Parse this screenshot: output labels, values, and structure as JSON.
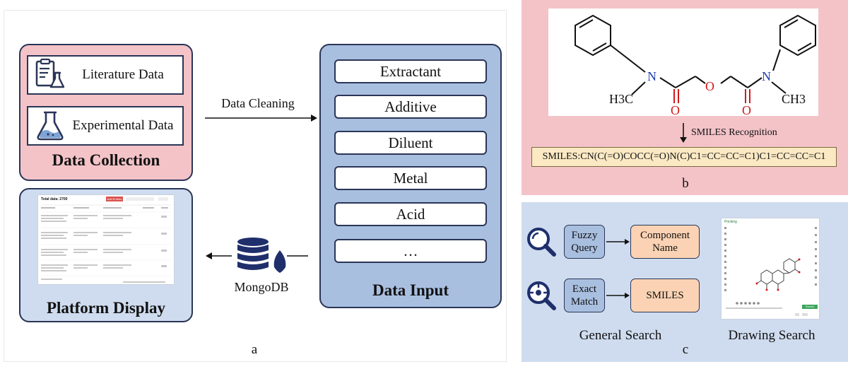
{
  "panel_a": {
    "data_collection": {
      "title": "Data Collection",
      "items": [
        {
          "label": "Literature Data",
          "icon": "clipboard-flask-icon"
        },
        {
          "label": "Experimental Data",
          "icon": "flask-icon"
        }
      ]
    },
    "data_cleaning_label": "Data Cleaning",
    "data_input": {
      "title": "Data Input",
      "categories": [
        "Extractant",
        "Additive",
        "Diluent",
        "Metal",
        "Acid",
        "…"
      ]
    },
    "mongodb_label": "MongoDB",
    "platform_display": {
      "title": "Platform Display",
      "screenshot": {
        "header": "Total data: 2700",
        "button": "Add Entries"
      }
    },
    "caption": "a"
  },
  "panel_b": {
    "molecule": {
      "h3c": "H3C",
      "ch3": "CH3",
      "n": "N",
      "o": "O"
    },
    "recognition_label": "SMILES Recognition",
    "smiles_text": "SMILES:CN(C(=O)COCC(=O)N(C)C1=CC=CC=C1)C1=CC=CC=C1",
    "caption": "b"
  },
  "panel_c": {
    "rows": [
      {
        "query": "Fuzzy Query",
        "result": "Component Name",
        "icon": "magnifier-icon"
      },
      {
        "query": "Exact Match",
        "result": "SMILES",
        "icon": "target-magnifier-icon"
      }
    ],
    "general_search_label": "General Search",
    "drawing_search_label": "Drawing Search",
    "drawing_window": {
      "title": "Pricking",
      "button": "Search"
    },
    "caption": "c"
  },
  "colors": {
    "pink": "#f3c3c8",
    "blue": "#a9bfe0",
    "light_blue": "#cfdcef",
    "orange": "#fbd3b4",
    "navy": "#2a3556",
    "smiles_bg": "#fbe9c4"
  }
}
